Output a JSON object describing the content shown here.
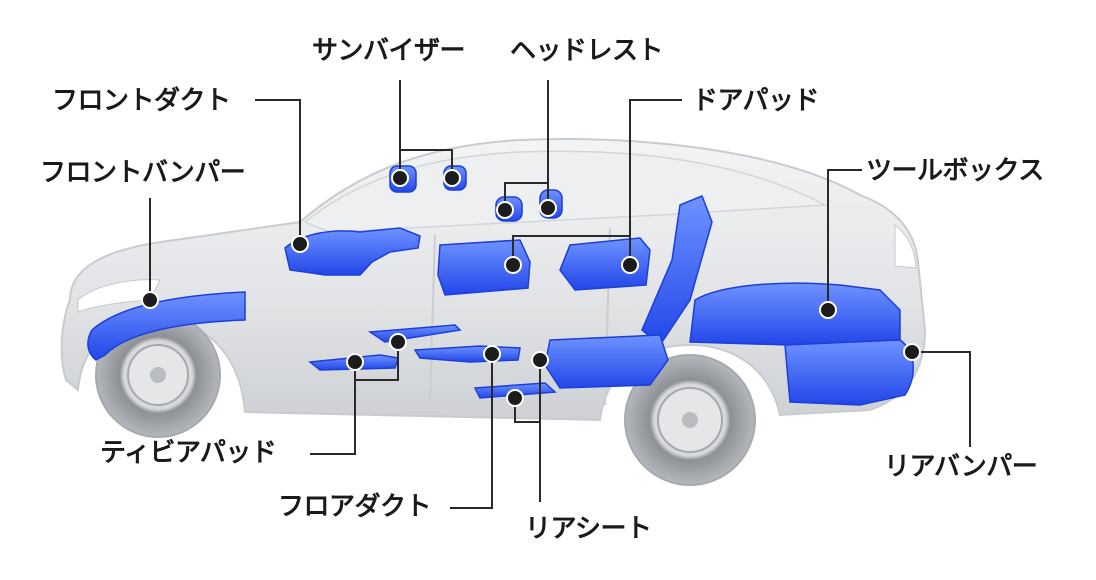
{
  "labels": {
    "sun_visor": "サンバイザー",
    "headrest": "ヘッドレスト",
    "front_duct": "フロントダクト",
    "door_pad": "ドアパッド",
    "front_bumper": "フロントバンパー",
    "tool_box": "ツールボックス",
    "tibia_pad": "ティビアパッド",
    "rear_bumper": "リアバンパー",
    "floor_duct": "フロアダクト",
    "rear_seat": "リアシート"
  },
  "colors": {
    "part_blue": "#2f5df5",
    "part_blue_light": "#6f93ff",
    "leader_line": "#2a2a2a",
    "marker": "#1c1c1c",
    "car_body": "#d8dadd",
    "tire": "#9a9ea4",
    "label_text": "#1a1a1a"
  }
}
